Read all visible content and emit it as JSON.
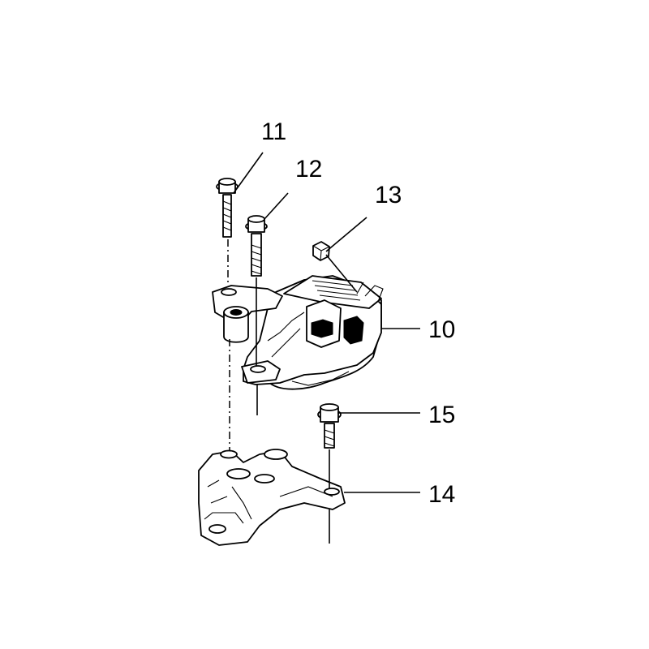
{
  "callouts": [
    {
      "id": "11",
      "label": "11"
    },
    {
      "id": "12",
      "label": "12"
    },
    {
      "id": "13",
      "label": "13"
    },
    {
      "id": "10",
      "label": "10"
    },
    {
      "id": "15",
      "label": "15"
    },
    {
      "id": "14",
      "label": "14"
    }
  ]
}
